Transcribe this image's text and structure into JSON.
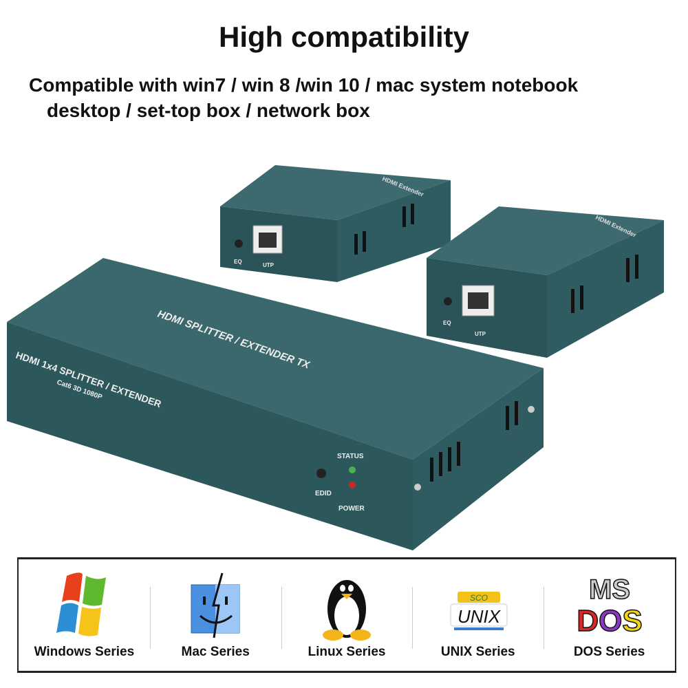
{
  "header": {
    "title": "High compatibility",
    "subtitle_line1": "Compatible with win7 / win 8 /win 10 / mac system notebook",
    "subtitle_line2": "desktop / set-top box / network box"
  },
  "transmitter": {
    "top_label": "HDMI SPLITTER / EXTENDER",
    "top_badge": "TX",
    "front_label": "HDMI 1x4 SPLITTER / EXTENDER",
    "front_sub": "Cat6  3D  1080P",
    "status_label": "STATUS",
    "power_label": "POWER",
    "edid_label": "EDID",
    "color": "#2f5a5e"
  },
  "receivers": [
    {
      "top_label": "HDMI Extender",
      "eq_label": "EQ",
      "utp_label": "UTP"
    },
    {
      "top_label": "HDMI Extender",
      "eq_label": "EQ",
      "utp_label": "UTP"
    }
  ],
  "os_list": [
    {
      "icon": "windows-logo",
      "label": "Windows Series"
    },
    {
      "icon": "mac-finder-logo",
      "label": "Mac Series"
    },
    {
      "icon": "linux-tux-logo",
      "label": "Linux Series"
    },
    {
      "icon": "sco-unix-logo",
      "label": "UNIX Series"
    },
    {
      "icon": "ms-dos-logo",
      "label": "DOS Series"
    }
  ]
}
